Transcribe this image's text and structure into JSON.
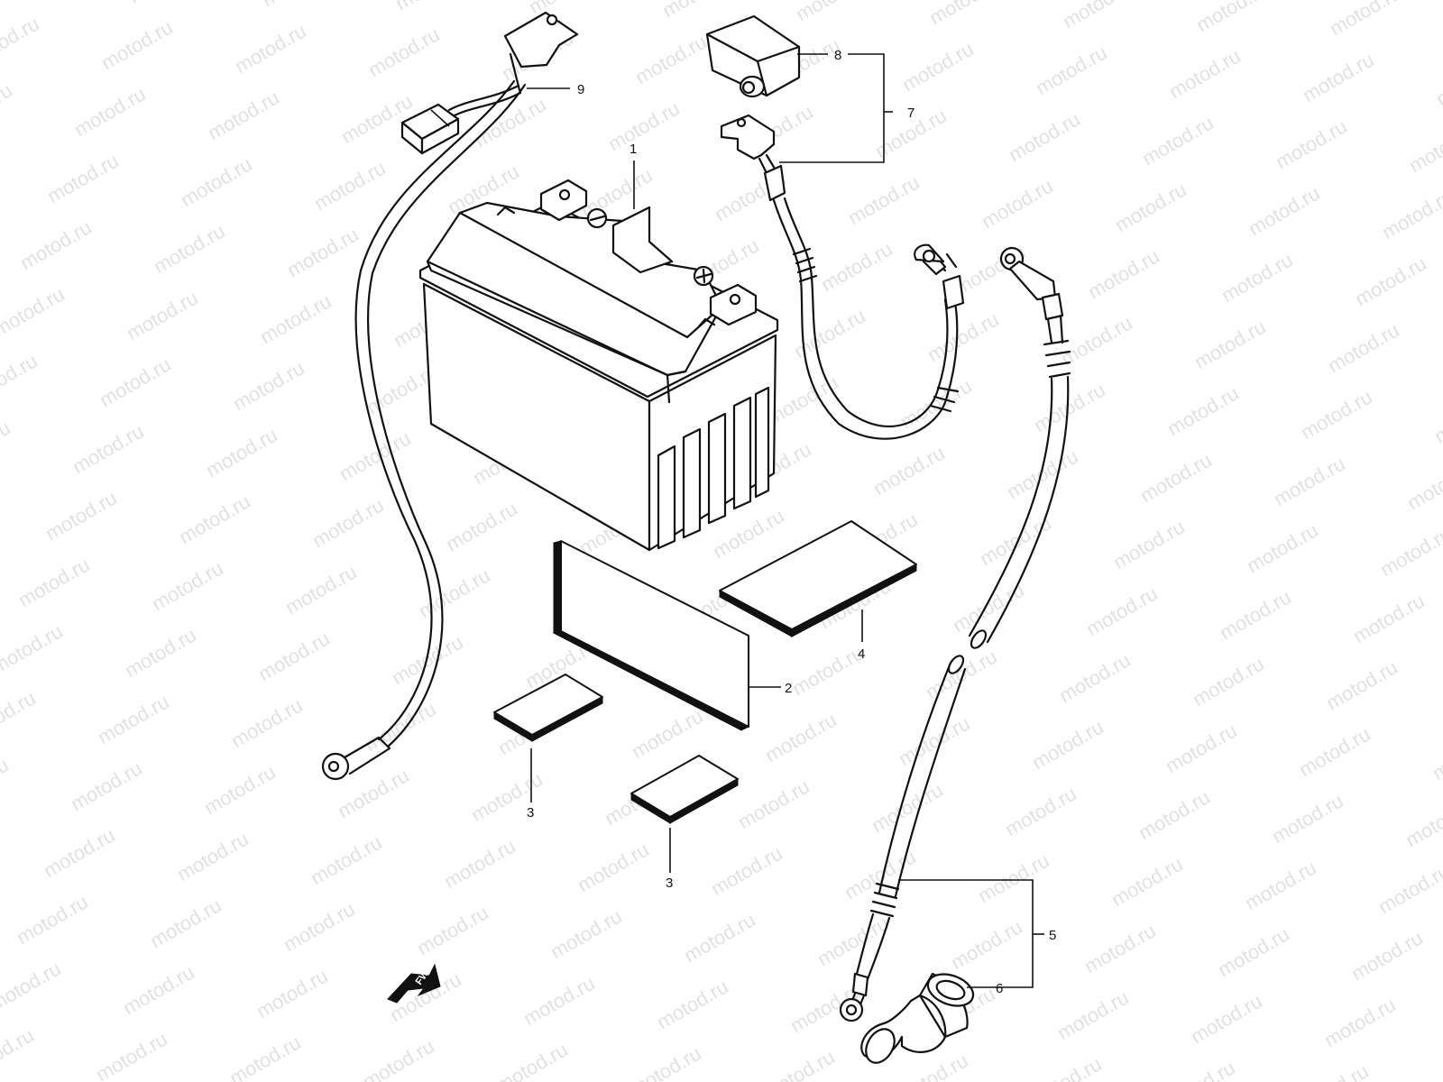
{
  "watermark": "motod.ru",
  "direction_label": "FWD",
  "callouts": {
    "c1": "1",
    "c2": "2",
    "c3a": "3",
    "c3b": "3",
    "c4": "4",
    "c5": "5",
    "c6": "6",
    "c7": "7",
    "c8": "8",
    "c9": "9"
  }
}
